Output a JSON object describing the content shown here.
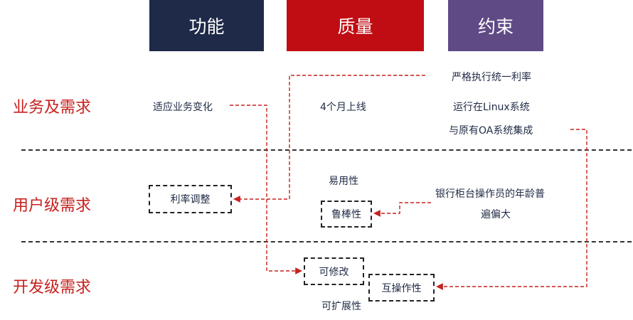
{
  "headers": {
    "function": "功能",
    "quality": "质量",
    "constraint": "约束"
  },
  "colors": {
    "function_header": "#1e2a48",
    "quality_header": "#c00d13",
    "constraint_header": "#5f4a86",
    "row_label": "#c6211d",
    "arrow": "#c6211d"
  },
  "rows": {
    "business": "业务及需求",
    "user": "用户级需求",
    "developer": "开发级需求"
  },
  "business": {
    "adapt_change": "适应业务变化",
    "four_months": "4个月上线",
    "strict_rate": "严格执行统一利率",
    "run_linux": "运行在Linux系统",
    "oa_integration": "与原有OA系统集成"
  },
  "user": {
    "rate_adjust": "利率调整",
    "usability": "易用性",
    "robustness": "鲁棒性",
    "operator_age_line1": "银行柜台操作员的年龄普",
    "operator_age_line2": "遍偏大"
  },
  "developer": {
    "modifiable": "可修改",
    "interoperability": "互操作性",
    "extensible": "可扩展性"
  }
}
